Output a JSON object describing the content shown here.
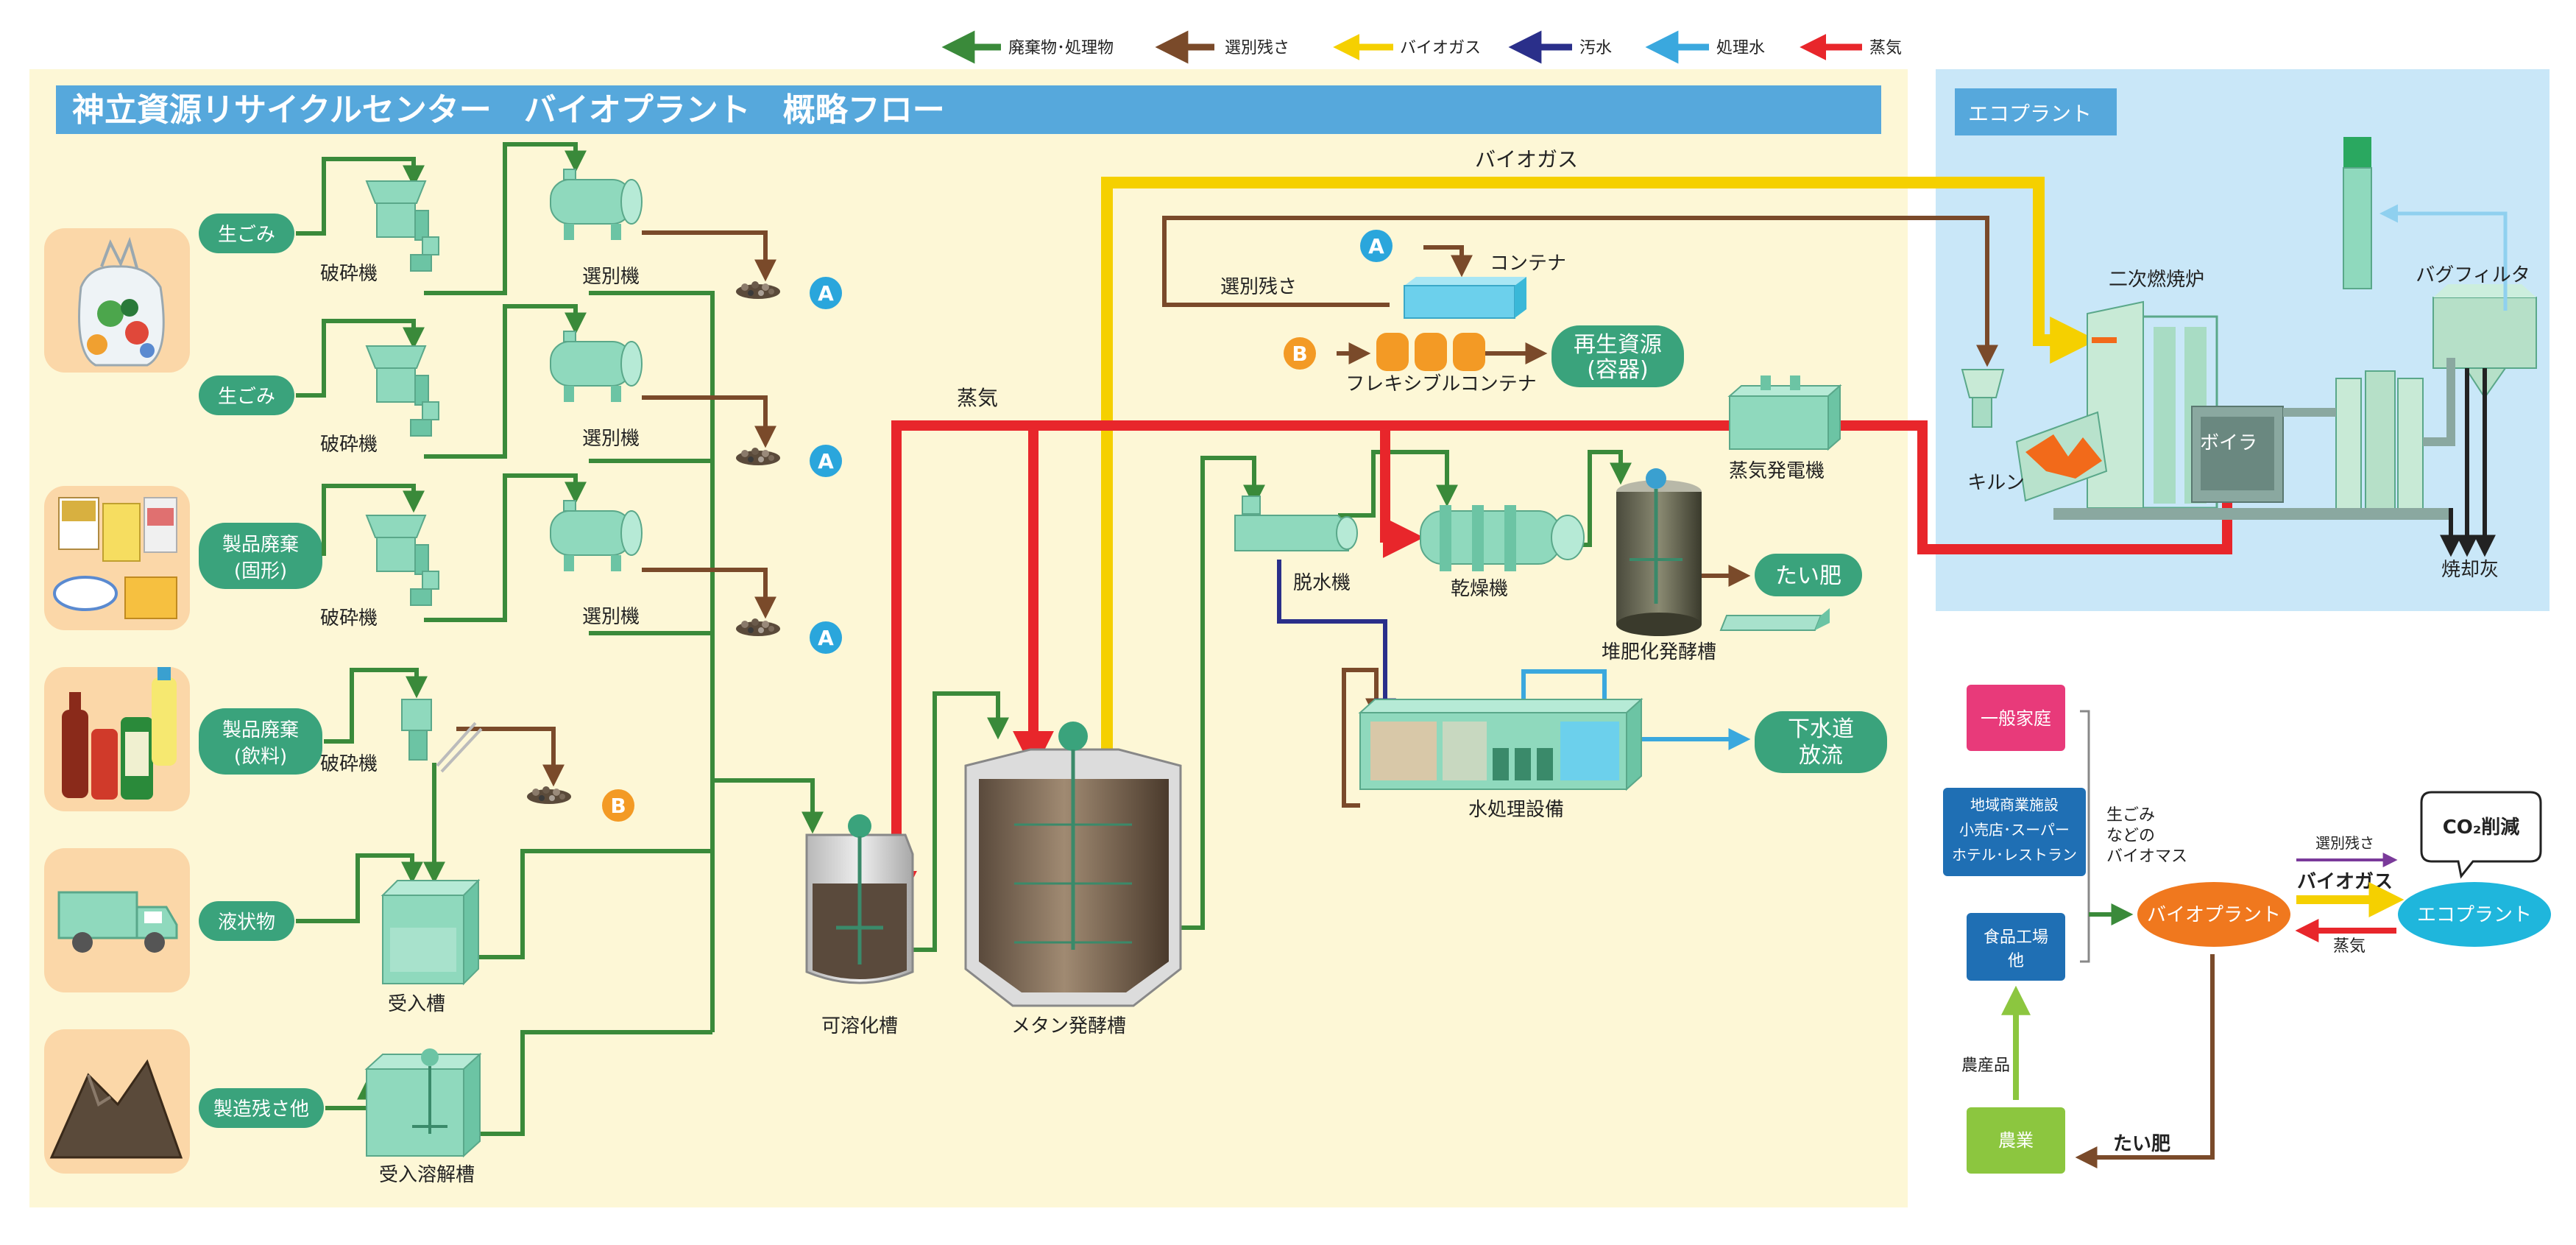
{
  "title": "神立資源リサイクルセンター　バイオプラント　概略フロー",
  "legend": [
    {
      "label": "廃棄物･処理物",
      "color": "#3a8a3a"
    },
    {
      "label": "選別残さ",
      "color": "#7a4a2a"
    },
    {
      "label": "バイオガス",
      "color": "#f5d000"
    },
    {
      "label": "汚水",
      "color": "#2a2f8a"
    },
    {
      "label": "処理水",
      "color": "#3aa8de"
    },
    {
      "label": "蒸気",
      "color": "#e8262b"
    }
  ],
  "colors": {
    "panel_bg": "#fdf7d6",
    "eco_bg": "#c9e7f8",
    "title_bar": "#56a8dc",
    "green_label": "#3aa37c",
    "machine": "#8fd9bd",
    "marker_a": "#2aa6dc",
    "marker_b": "#f39a25"
  },
  "inputs": [
    {
      "label": "生ごみ",
      "icon": "garbage-bag-icon"
    },
    {
      "label": "生ごみ",
      "icon": ""
    },
    {
      "label": "製品廃棄(固形)",
      "line1": "製品廃棄",
      "line2": "(固形)",
      "icon": "packaged-food-icon"
    },
    {
      "label": "製品廃棄(飲料)",
      "line1": "製品廃棄",
      "line2": "(飲料)",
      "icon": "beverage-bottles-icon"
    },
    {
      "label": "液状物",
      "icon": "tank-truck-icon"
    },
    {
      "label": "製造残さ他",
      "icon": "residue-pile-icon"
    }
  ],
  "machines": {
    "crusher": "破砕機",
    "sorter": "選別機",
    "receiving_tank": "受入槽",
    "dissolving_tank": "受入溶解槽",
    "solubilization_tank": "可溶化槽",
    "methane_tank": "メタン発酵槽",
    "dehydrator": "脱水機",
    "dryer": "乾燥機",
    "compost_tank": "堆肥化発酵槽",
    "steam_generator": "蒸気発電機",
    "water_treatment": "水処理設備"
  },
  "markers": {
    "a": "A",
    "b": "B"
  },
  "labels": {
    "biogas": "バイオガス",
    "steam": "蒸気",
    "sorting_residue": "選別残さ",
    "container": "コンテナ",
    "flexible_container": "フレキシブルコンテナ",
    "recycled_resource_1": "再生資源",
    "recycled_resource_2": "(容器)",
    "compost": "たい肥",
    "sewer_1": "下水道",
    "sewer_2": "放流"
  },
  "eco_plant": {
    "title": "エコプラント",
    "secondary_combustion": "二次燃焼炉",
    "bag_filter": "バグフィルタ",
    "kiln": "キルン",
    "boiler": "ボイラ",
    "ash": "焼却灰"
  },
  "summary": {
    "household": "一般家庭",
    "commercial_1": "地域商業施設",
    "commercial_2": "小売店･スーパー",
    "commercial_3": "ホテル･レストラン",
    "food_factory_1": "食品工場",
    "food_factory_2": "他",
    "agriculture": "農業",
    "biomass_1": "生ごみ",
    "biomass_2": "などの",
    "biomass_3": "バイオマス",
    "bioplant": "バイオプラント",
    "ecoplant": "エコプラント",
    "residue": "選別残さ",
    "biogas": "バイオガス",
    "steam": "蒸気",
    "co2": "CO₂削減",
    "compost": "たい肥",
    "produce": "農産品"
  }
}
